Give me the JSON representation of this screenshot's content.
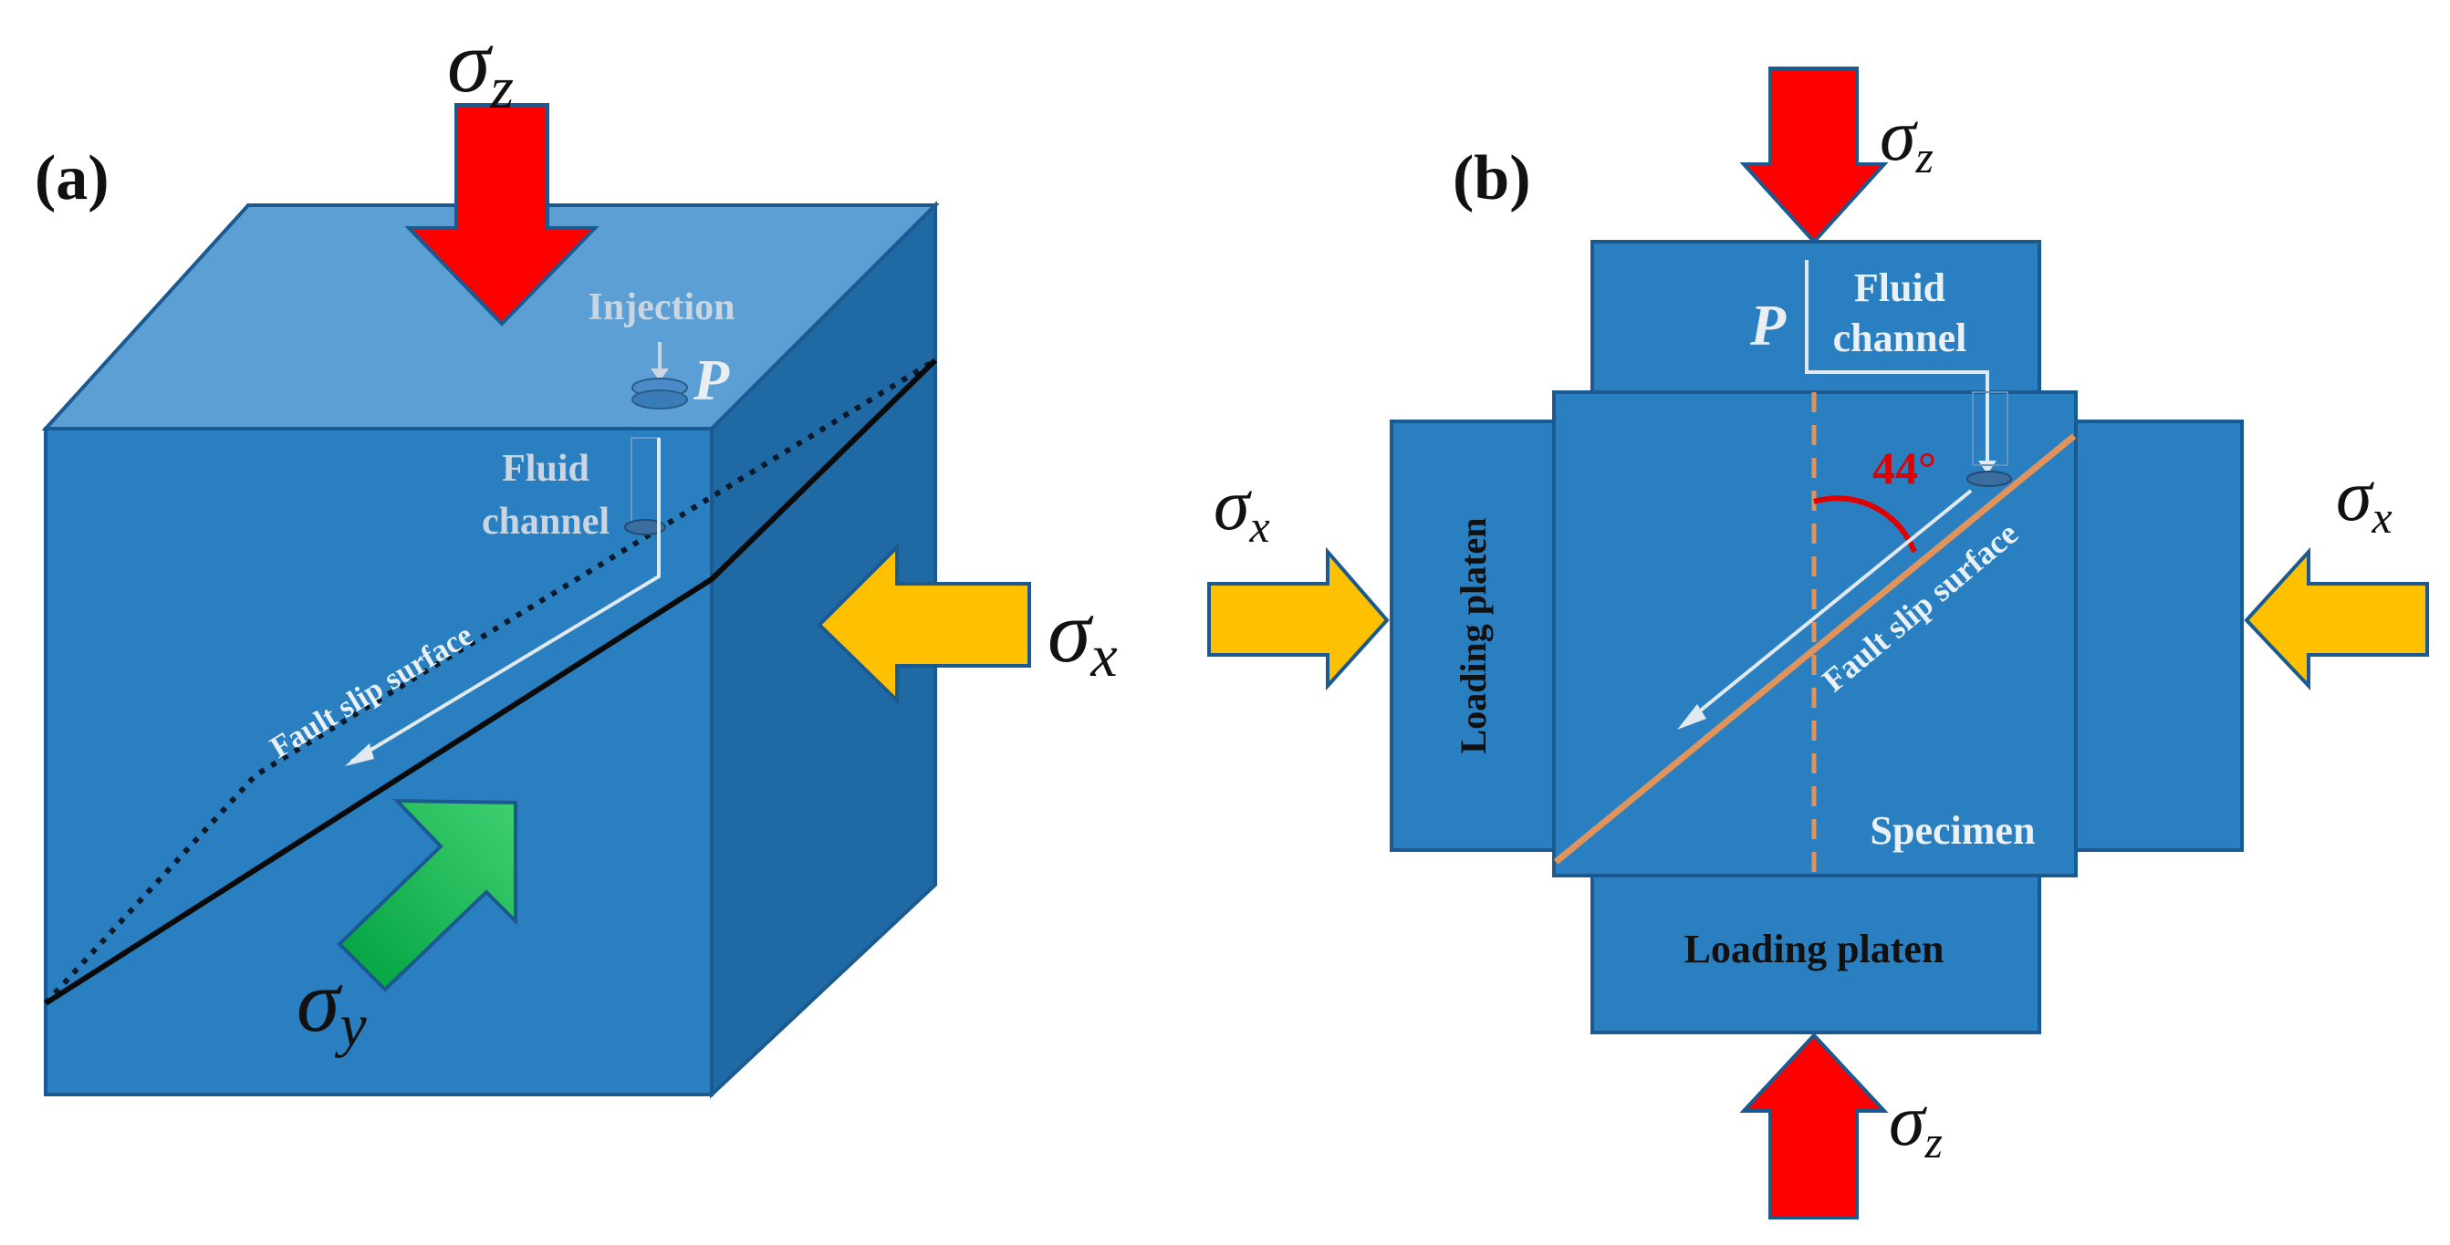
{
  "panel_a": {
    "label": "(a)",
    "sigma_z": {
      "base": "σ",
      "sub": "z"
    },
    "sigma_x": {
      "base": "σ",
      "sub": "x"
    },
    "sigma_y": {
      "base": "σ",
      "sub": "y"
    },
    "injection_label": "Injection",
    "pressure_label": "P",
    "fluid_channel_line1": "Fluid",
    "fluid_channel_line2": "channel",
    "fault_label": "Fault slip surface"
  },
  "panel_b": {
    "label": "(b)",
    "sigma_z_top": {
      "base": "σ",
      "sub": "z"
    },
    "sigma_z_bottom": {
      "base": "σ",
      "sub": "z"
    },
    "sigma_x_left": {
      "base": "σ",
      "sub": "x"
    },
    "sigma_x_right": {
      "base": "σ",
      "sub": "x"
    },
    "pressure_label": "P",
    "fluid_channel_line1": "Fluid",
    "fluid_channel_line2": "channel",
    "angle_label": "44°",
    "fault_label": "Fault slip surface",
    "loading_platen_left": "Loading platen",
    "loading_platen_bottom": "Loading platen",
    "specimen_label": "Specimen"
  },
  "colors": {
    "cube_front": "#2a7fc0",
    "cube_top": "#5a9fd4",
    "cube_side": "#1e6aa6",
    "outline": "#1a5a90",
    "arrow_red": "#ff0000",
    "arrow_yellow": "#ffc000",
    "arrow_green": "#00b050",
    "fault_orange": "#e0935a",
    "angle_red": "#e00000"
  }
}
